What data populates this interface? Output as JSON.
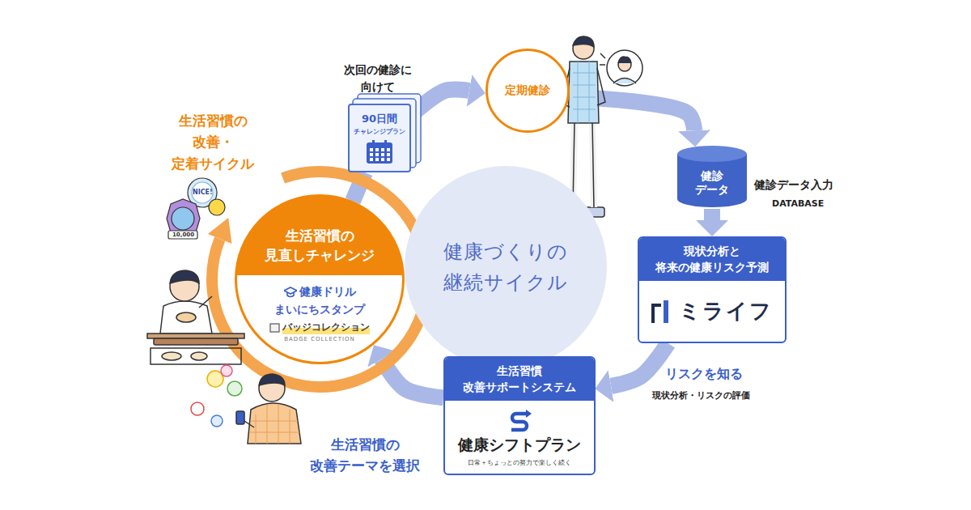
{
  "diagram": {
    "nodes": [
      {
        "text": [
          "定期健診"
        ]
      },
      {
        "text": [
          "健診 データ"
        ]
      },
      {
        "text": [
          "現状分析と 将来の健康リスク予測",
          "ミライフ"
        ]
      },
      {
        "text": [
          "生活習慣 改善サポートシステム",
          "健康シフトプラン",
          "日常＋ちょっとの努力で楽しく続く"
        ]
      },
      {
        "text": [
          "生活習慣の 見直しチャレンジ",
          "健康ドリル",
          "まいにちスタンプ",
          "バッジコレクション",
          "BADGE COLLECTION"
        ]
      },
      {
        "text": [
          "90日間",
          "チャレンジプラン"
        ]
      },
      {
        "text": [
          "健康づくりの 継続サイクル"
        ]
      }
    ],
    "edges": [
      {
        "from": 5,
        "to": 0,
        "arrow": "to"
      },
      {
        "from": 0,
        "to": 1,
        "arrow": "to"
      },
      {
        "from": 1,
        "to": 2,
        "arrow": "to"
      },
      {
        "from": 2,
        "to": 3,
        "arrow": "to"
      },
      {
        "from": 3,
        "to": 4,
        "arrow": "to"
      },
      {
        "from": 4,
        "to": 5,
        "arrow": "none"
      }
    ],
    "labels": [
      "生活習慣の 改善・定着サイクル",
      "次回の健診に 向けて",
      "健診データ入力",
      "DATABASE",
      "リスクを知る",
      "現状分析・リスクの評価",
      "生活習慣の 改善テーマを選択",
      "NICE!",
      "10,000"
    ]
  }
}
